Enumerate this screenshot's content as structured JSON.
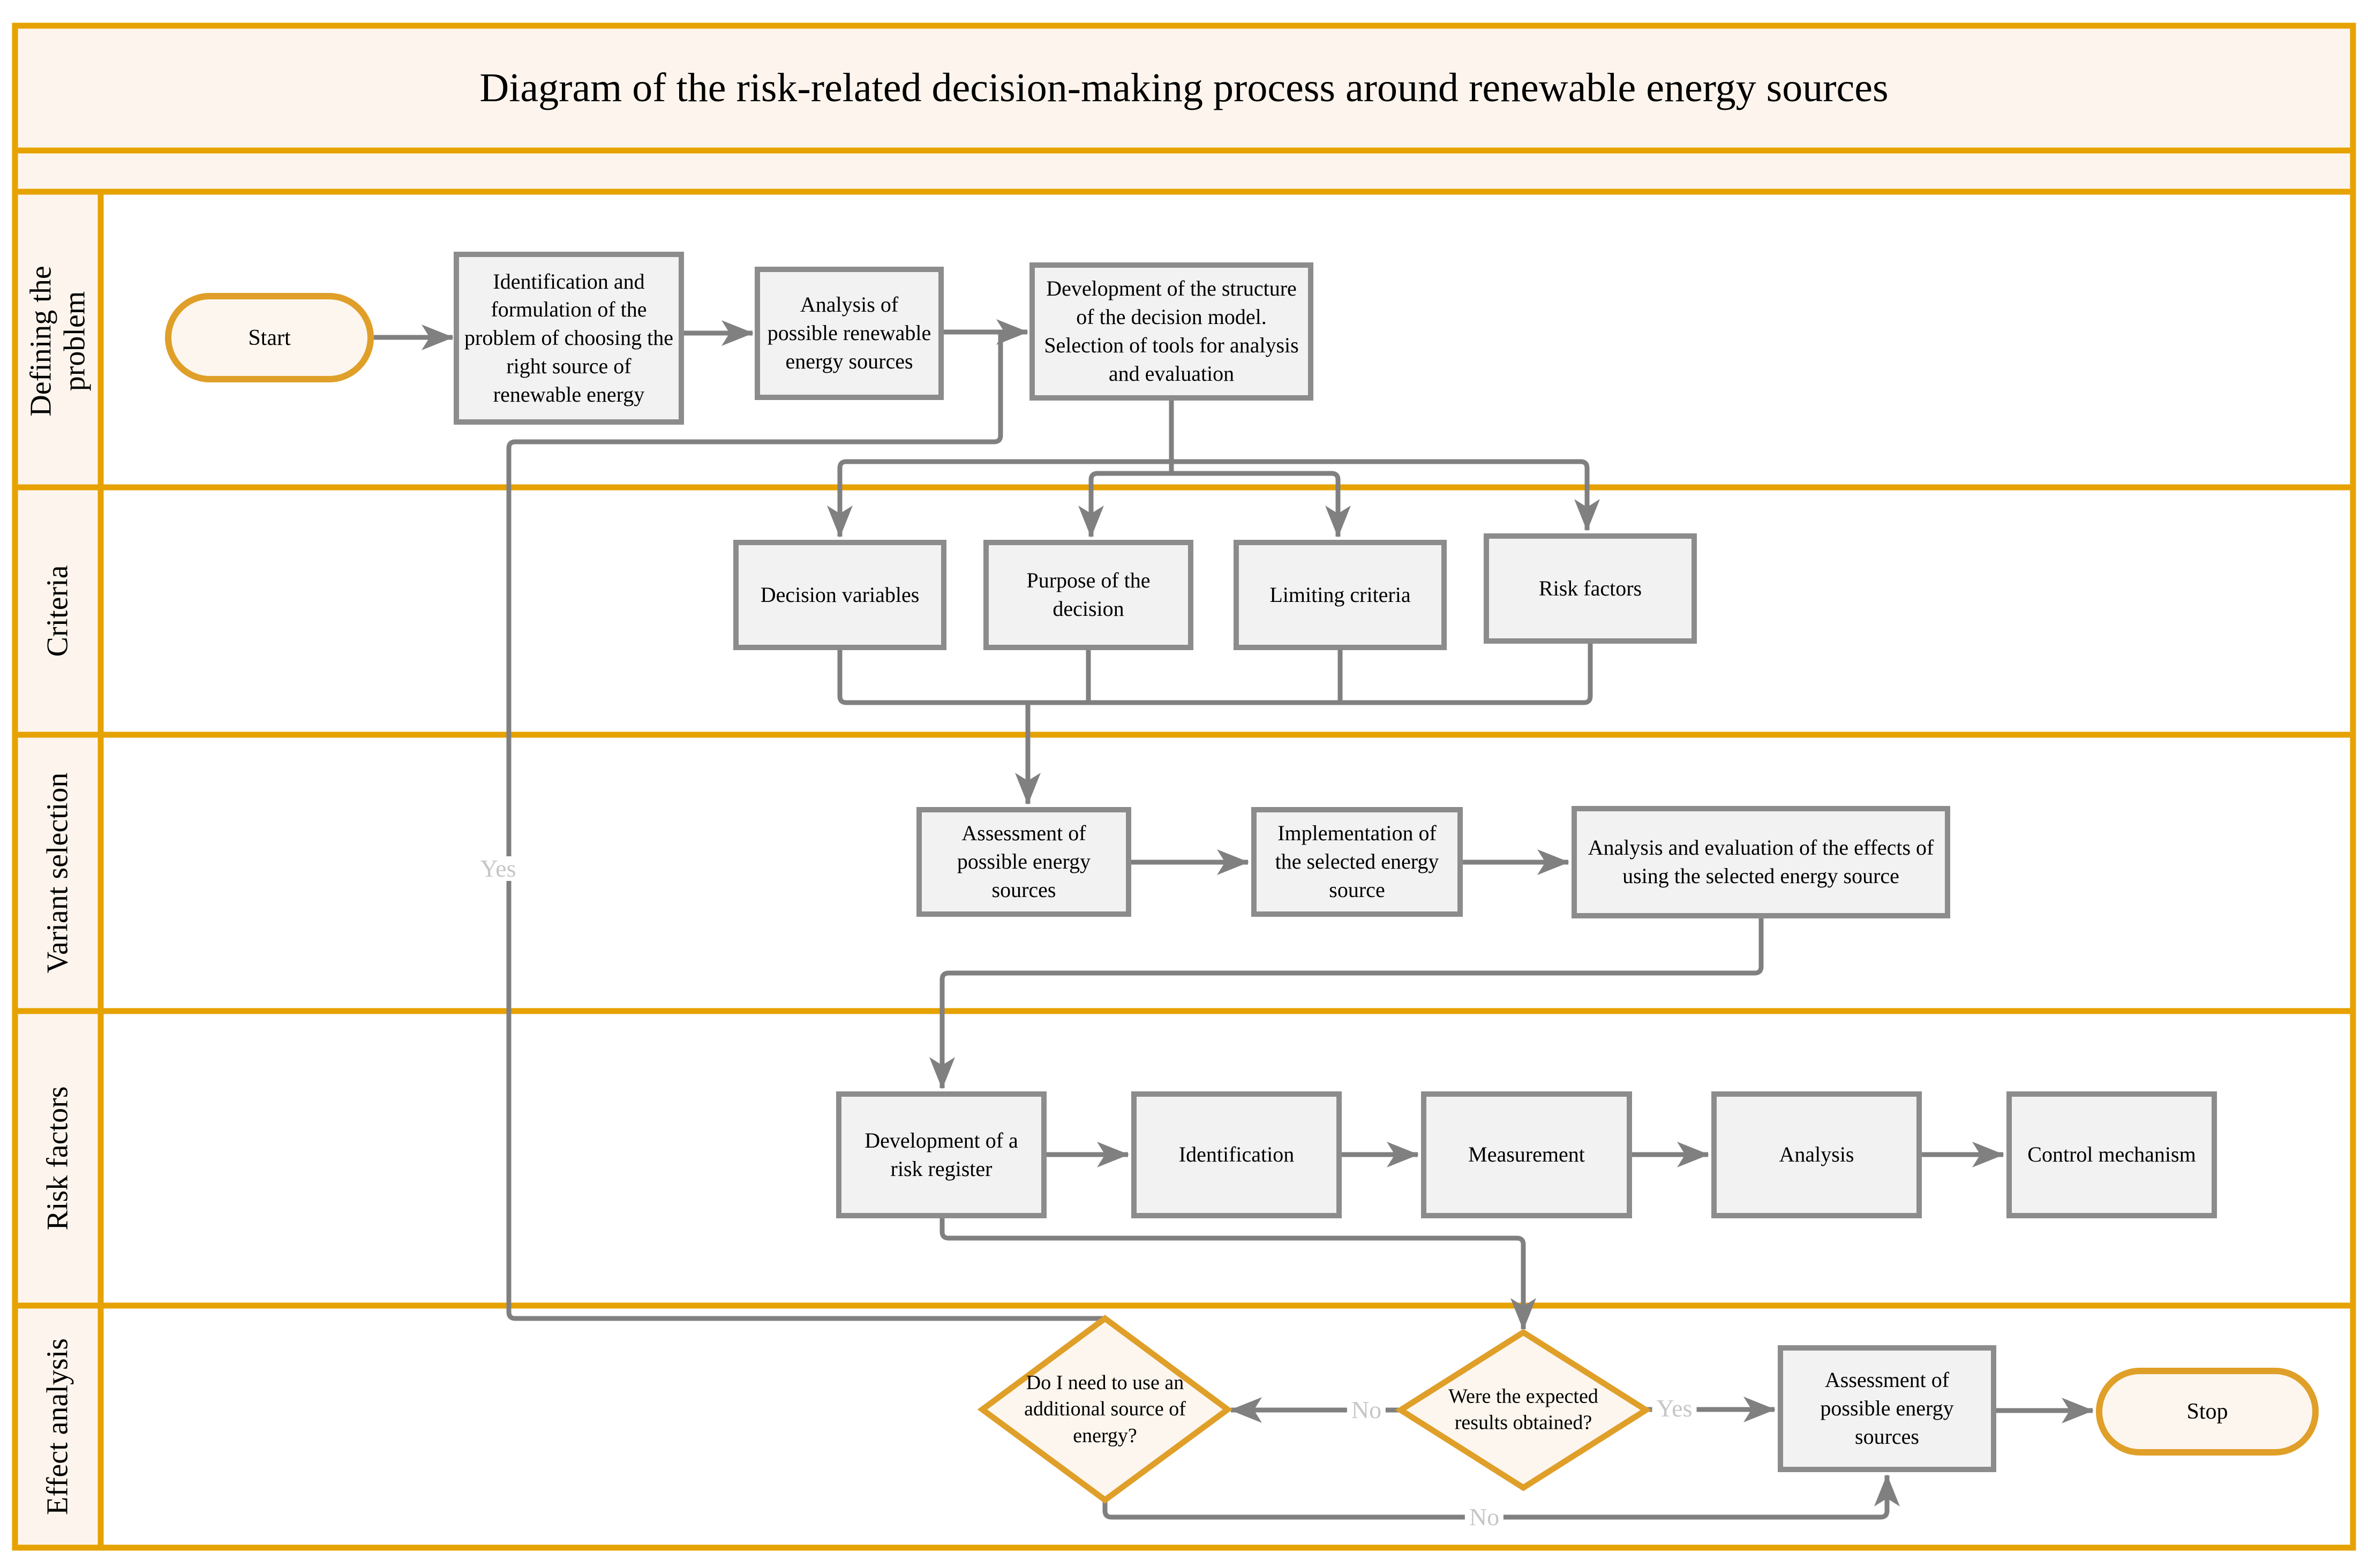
{
  "title": "Diagram of the risk-related decision-making process around renewable energy sources",
  "lanes": [
    {
      "label": "Defining the problem"
    },
    {
      "label": "Criteria"
    },
    {
      "label": "Variant selection"
    },
    {
      "label": "Risk factors"
    },
    {
      "label": "Effect analysis"
    }
  ],
  "nodes": {
    "start": "Start",
    "identification_problem": "Identification and formulation of the problem of choosing the right source of renewable energy",
    "analysis_sources": "Analysis of possible renewable energy sources",
    "development_structure": "Development of the structure of the decision model. Selection of tools for analysis and evaluation",
    "decision_variables": "Decision variables",
    "purpose_decision": "Purpose of the decision",
    "limiting_criteria": "Limiting criteria",
    "risk_factors": "Risk factors",
    "assessment_sources": "Assessment of possible energy sources",
    "implementation_source": "Implementation of the selected energy source",
    "analysis_effects": "Analysis and evaluation of the effects of using the selected energy source",
    "risk_register": "Development of a risk register",
    "identification": "Identification",
    "measurement": "Measurement",
    "analysis": "Analysis",
    "control_mechanism": "Control mechanism",
    "need_additional": "Do I need to use an additional source of energy?",
    "expected_results": "Were the expected results obtained?",
    "assessment_sources_2": "Assessment of possible energy sources",
    "stop": "Stop"
  },
  "edge_labels": {
    "feedback_yes": "Yes",
    "no_to_additional": "No",
    "yes_to_assessment": "Yes",
    "no_to_assessment": "No"
  },
  "colors": {
    "frame_orange": "#E6A200",
    "shape_border_orange": "#DF9F28",
    "connector_gray": "#808080",
    "node_border_gray": "#8C8C8C",
    "node_fill": "#F2F2F2",
    "cream_fill": "#FDF5ED",
    "edge_label_gray": "#C6C6C6"
  }
}
